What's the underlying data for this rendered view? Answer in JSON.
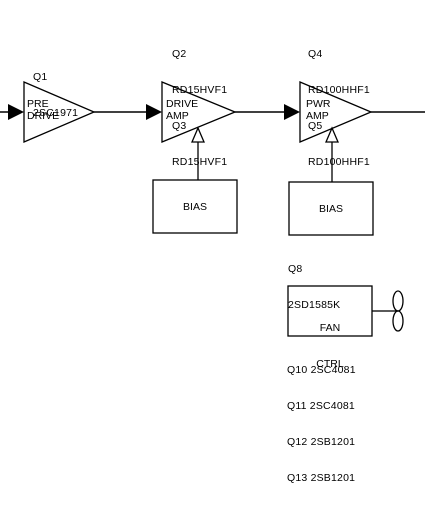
{
  "stages": [
    {
      "id": "pre-drive",
      "label_line1": "PRE",
      "label_line2": "DRIVE",
      "transistors": [
        "Q1",
        "2SC1971"
      ]
    },
    {
      "id": "drive-amp",
      "label_line1": "DRIVE",
      "label_line2": "AMP",
      "transistors": [
        "Q2",
        "RD15HVF1",
        "Q3",
        "RD15HVF1"
      ]
    },
    {
      "id": "pwr-amp",
      "label_line1": "PWR",
      "label_line2": "AMP",
      "transistors": [
        "Q4",
        "RD100HHF1",
        "Q5",
        "RD100HHF1"
      ]
    }
  ],
  "bias_blocks": [
    {
      "id": "bias-drive",
      "label": "BIAS"
    },
    {
      "id": "bias-pwr",
      "label": "BIAS",
      "transistors": [
        "Q8",
        "2SD1585K"
      ]
    }
  ],
  "fan_ctrl": {
    "label_line1": "FAN",
    "label_line2": "CTRL",
    "transistors": [
      "Q10 2SC4081",
      "Q11 2SC4081",
      "Q12 2SB1201",
      "Q13 2SB1201"
    ]
  },
  "colors": {
    "line": "#000000",
    "background": "#ffffff"
  }
}
